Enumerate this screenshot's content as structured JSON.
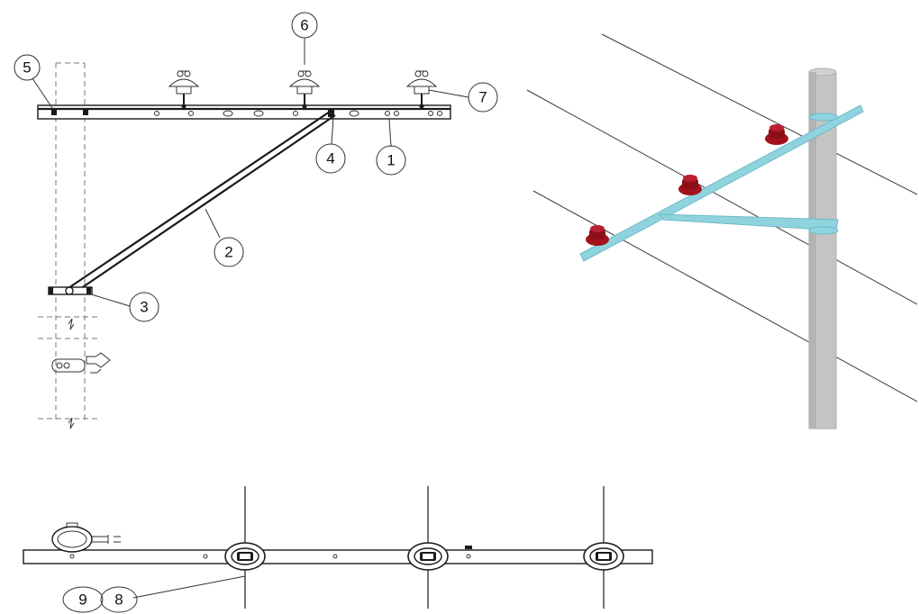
{
  "callouts": {
    "c1": "1",
    "c2": "2",
    "c3": "3",
    "c4": "4",
    "c5": "5",
    "c6": "6",
    "c7": "7",
    "c8": "8",
    "c9": "9"
  },
  "colors": {
    "crossarm_3d": "#8fd3de",
    "insulator_3d": "#a3121c",
    "pole_3d": "#c4c4c4",
    "line_ink": "#1a1a1a"
  },
  "icons": {
    "insulator": "pin-insulator-icon",
    "clamp": "pole-clamp-icon"
  }
}
